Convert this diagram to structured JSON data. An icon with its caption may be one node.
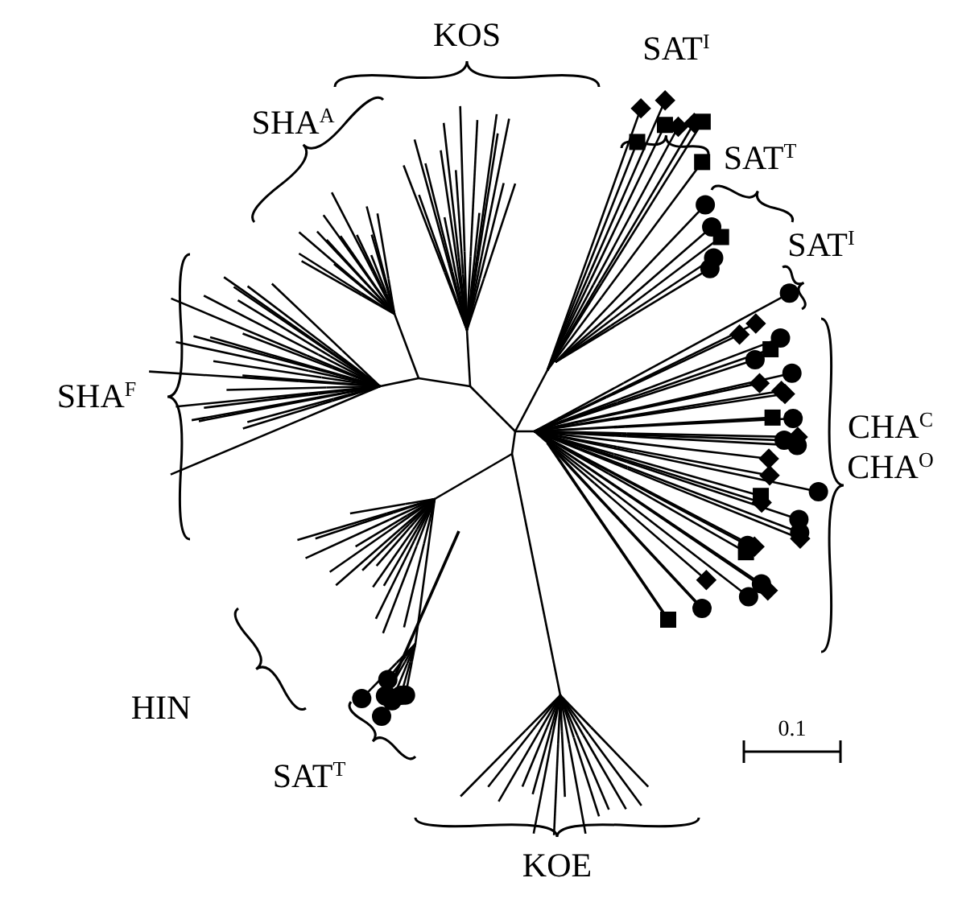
{
  "diagram": {
    "labels": [
      "KOS",
      "SHA$^{A}$",
      "SAT$^{I}$",
      "SAT$^{T}$",
      "SAT$^{I}$",
      "SHA$^{F}$",
      "CHA$^{C}$",
      "CHA$^{O}$",
      "HIN",
      "SAT$^{T}$",
      "0.1",
      "KOE"
    ]
  }
}
